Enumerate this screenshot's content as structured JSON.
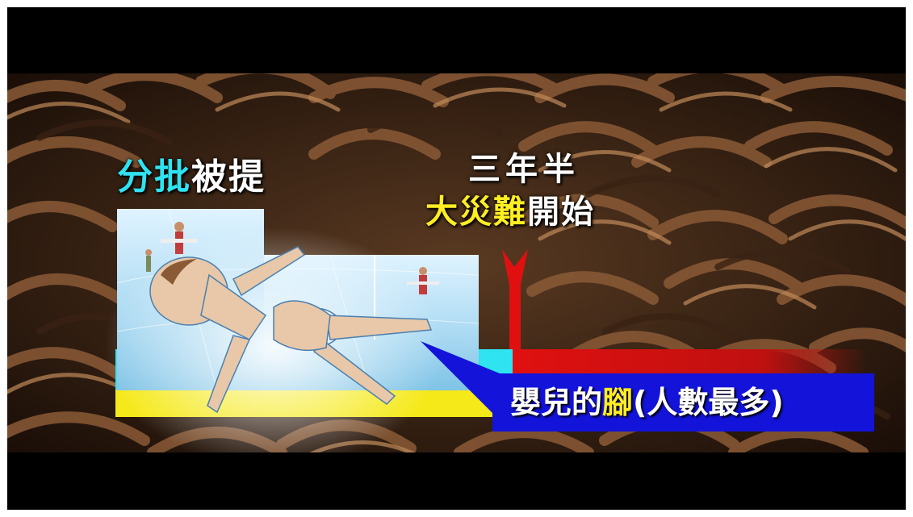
{
  "left_title": {
    "part1": "分批",
    "part2": "被提"
  },
  "right_title": {
    "line1": "三年半",
    "line2_highlight": "大災難",
    "line2_rest": "開始"
  },
  "banner": {
    "part1": "嬰兒的",
    "part2_highlight": "腳",
    "part3": "(人數最多)"
  },
  "colors": {
    "cyan": "#2fe3f0",
    "yellow": "#ffee22",
    "red": "#e01010",
    "banner_blue": "#1313d9"
  }
}
